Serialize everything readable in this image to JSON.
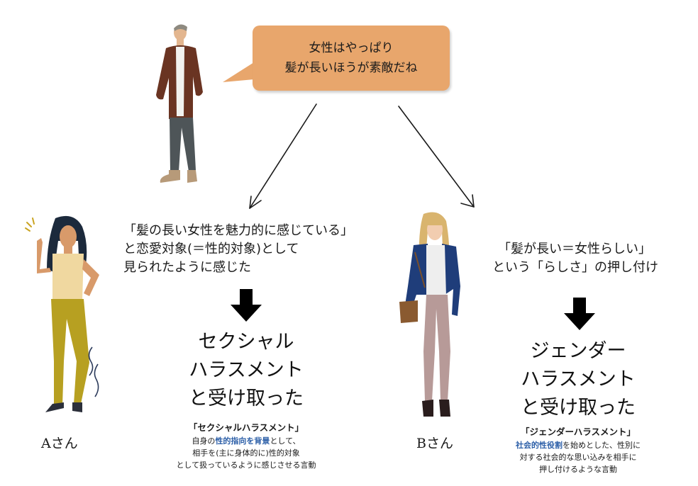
{
  "bubble": {
    "lines": [
      "女性はやっぱり",
      "髪が長いほうが素敵だね"
    ],
    "color": "#e8a66c"
  },
  "left": {
    "quote_lines": [
      "「髪の長い女性を魅力的に感じている」",
      "と恋愛対象(＝性的対象)として",
      "見られたように感じた"
    ],
    "result_lines": [
      "セクシャル",
      "ハラスメント",
      "と受け取った"
    ],
    "definition_title": "「セクシャルハラスメント」",
    "definition": {
      "line1_pre": "自身の",
      "line1_highlight": "性的指向を背景",
      "line1_post": "として、",
      "line2": "相手を(主に身体的に)性的対象",
      "line3": "として扱っているように感じさせる言動"
    },
    "person_label": "Aさん"
  },
  "right": {
    "quote_lines": [
      "「髪が長い＝女性らしい」",
      "という「らしさ」の押し付け"
    ],
    "result_lines": [
      "ジェンダー",
      "ハラスメント",
      "と受け取った"
    ],
    "definition_title": "「ジェンダーハラスメント」",
    "definition": {
      "line1_highlight": "社会的性役割",
      "line1_post": "を始めとした、性別に",
      "line2": "対する社会的な思い込みを相手に",
      "line3": "押し付けるような言動"
    },
    "person_label": "Bさん"
  },
  "icons": {
    "man": "man-speaker-icon",
    "woman_a": "woman-a-icon",
    "woman_b": "woman-b-icon",
    "arrow": "down-arrow-icon"
  },
  "colors": {
    "highlight": "#2c5fa8",
    "arrow": "#000000"
  }
}
